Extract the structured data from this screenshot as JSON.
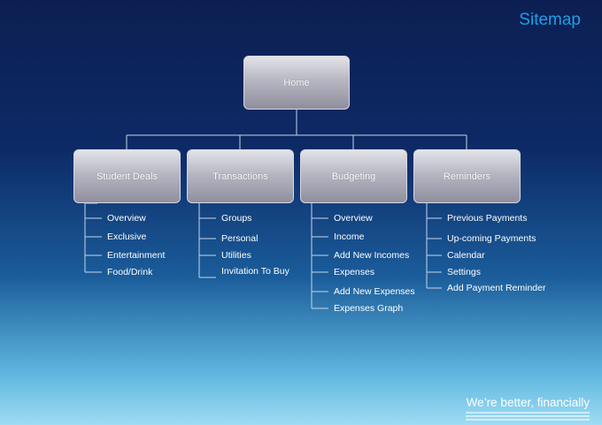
{
  "title": "Sitemap",
  "root": {
    "label": "Home"
  },
  "sections": [
    {
      "label": "Student Deals",
      "items": [
        "Overview",
        "Exclusive",
        "Entertainment",
        "Food/Drink"
      ]
    },
    {
      "label": "Transactions",
      "items": [
        "Groups",
        "Personal",
        "Utilities",
        "Invitation To Buy"
      ]
    },
    {
      "label": "Budgeting",
      "items": [
        "Overview",
        "Income",
        "Add New Incomes",
        "Expenses",
        "Add New Expenses",
        "Expenses Graph"
      ]
    },
    {
      "label": "Reminders",
      "items": [
        "Previous Payments",
        "Up-coming Payments",
        "Calendar",
        "Settings",
        "Add Payment Reminder"
      ]
    }
  ],
  "tagline": "We’re better, financially",
  "colors": {
    "title": "#1e9fe6",
    "connector": "#c8d4ea",
    "node_border": "#d7d8e2"
  }
}
